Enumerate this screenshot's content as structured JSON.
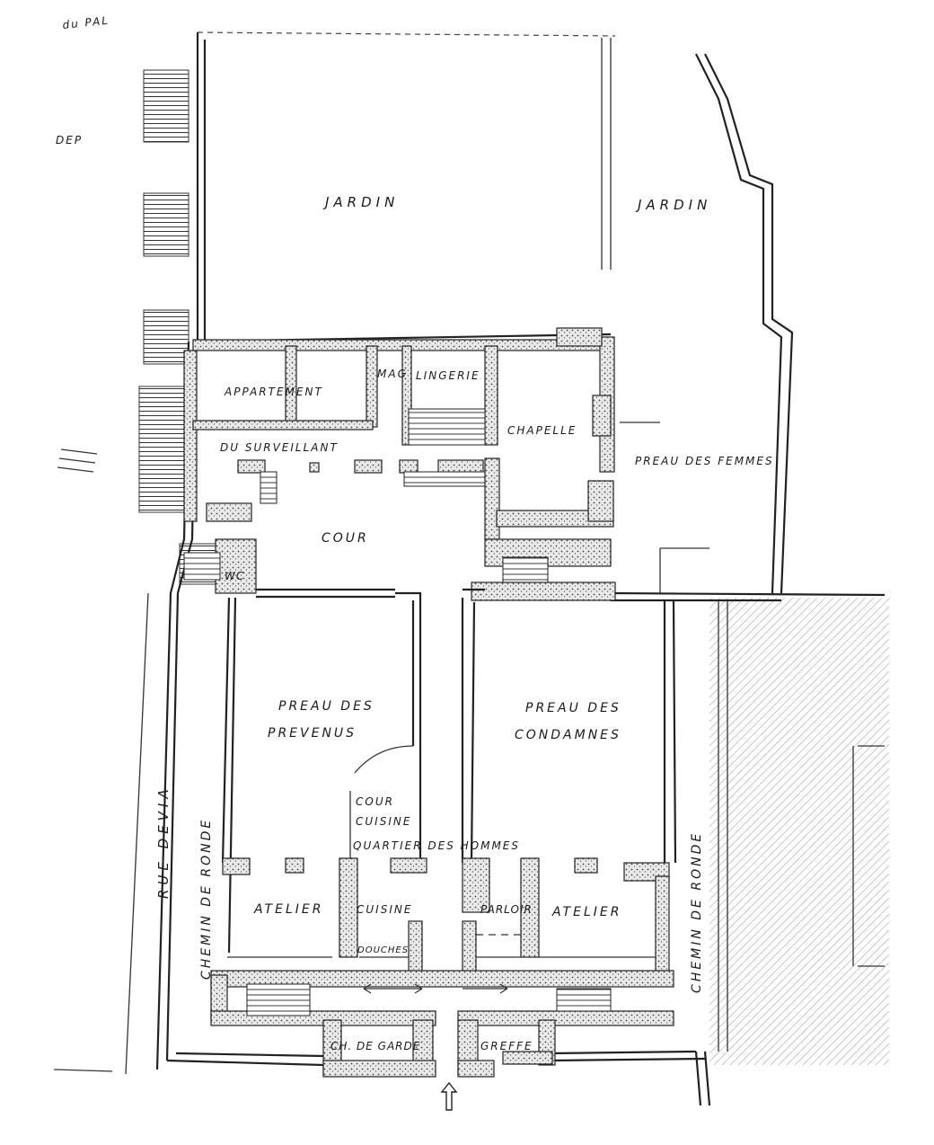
{
  "margin_notes": {
    "top_left_stamp": "du PAL",
    "left_note": "DEP"
  },
  "rooms": {
    "jardin_north": "JARDIN",
    "jardin_east": "JARDIN",
    "appartement": "APPARTEMENT",
    "surveillant": "DU SURVEILLANT",
    "magasin": "MAG",
    "lingerie": "LINGERIE",
    "chapelle": "CHAPELLE",
    "preau_femmes": "PREAU DES FEMMES",
    "cour": "COUR",
    "wc": "WC",
    "preau_prevenus_1": "PREAU DES",
    "preau_prevenus_2": "PREVENUS",
    "preau_condamnes_1": "PREAU DES",
    "preau_condamnes_2": "CONDAMNES",
    "cour_cuisine_1": "COUR",
    "cour_cuisine_2": "CUISINE",
    "quartier_hommes": "QUARTIER DES HOMMES",
    "atelier_west": "ATELIER",
    "cuisine": "CUISINE",
    "douches": "DOUCHES",
    "parloir": "PARLOIR",
    "atelier_east": "ATELIER",
    "ch_garde": "CH. DE GARDE",
    "greffe": "GREFFE"
  },
  "streets": {
    "rue": "RUE DEVIA",
    "chemin_west": "CHEMIN DE RONDE",
    "chemin_east": "CHEMIN DE RONDE"
  },
  "icons": {
    "entrance": "entrance-arrow-icon",
    "circulation_west": "double-arrow-icon",
    "circulation_east": "double-arrow-icon"
  }
}
